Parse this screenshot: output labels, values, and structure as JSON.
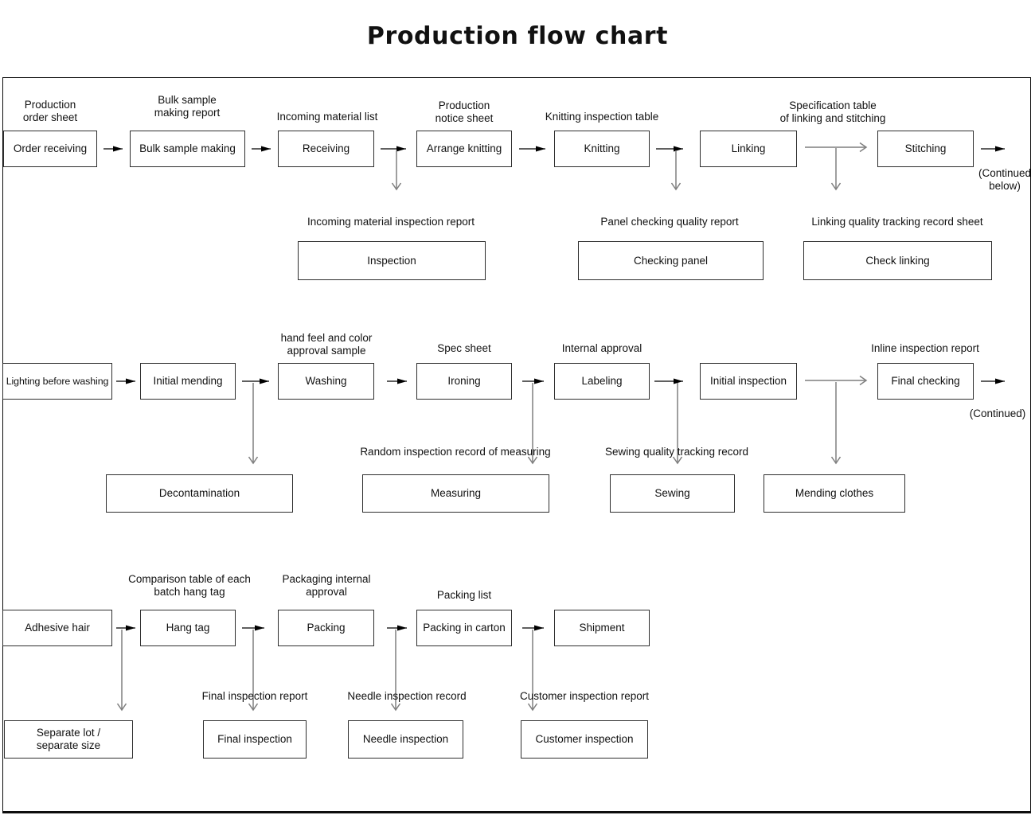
{
  "title": "Production flow chart",
  "row1": {
    "order_receiving": {
      "label": "Production\norder sheet",
      "box": "Order receiving"
    },
    "bulk_sample_making": {
      "label": "Bulk sample\nmaking report",
      "box": "Bulk sample making"
    },
    "receiving": {
      "label": "Incoming material list",
      "box": "Receiving"
    },
    "arrange_knitting": {
      "label": "Production\nnotice sheet",
      "box": "Arrange knitting"
    },
    "knitting": {
      "label": "Knitting inspection table",
      "box": "Knitting"
    },
    "linking": {
      "box": "Linking"
    },
    "stitching": {
      "label": "Specification table\nof linking and stitching",
      "box": "Stitching"
    },
    "continued": "(Continued\nbelow)",
    "inspection": {
      "label": "Incoming material inspection report",
      "box": "Inspection"
    },
    "checking_panel": {
      "label": "Panel checking quality report",
      "box": "Checking panel"
    },
    "check_linking": {
      "label": "Linking quality tracking record sheet",
      "box": "Check linking"
    }
  },
  "row2": {
    "lighting_before_washing": {
      "box": "Lighting before washing"
    },
    "initial_mending": {
      "box": "Initial mending"
    },
    "washing": {
      "label": "hand feel and color\napproval sample",
      "box": "Washing"
    },
    "ironing": {
      "label": "Spec sheet",
      "box": "Ironing"
    },
    "labeling": {
      "label": "Internal approval",
      "box": "Labeling"
    },
    "initial_inspection": {
      "box": "Initial inspection"
    },
    "final_checking": {
      "label": "Inline inspection report",
      "box": "Final checking"
    },
    "continued": "(Continued)",
    "decontamination": {
      "box": "Decontamination"
    },
    "measuring": {
      "label": "Random inspection record of measuring",
      "box": "Measuring"
    },
    "sewing": {
      "label": "Sewing quality tracking record",
      "box": "Sewing"
    },
    "mending_clothes": {
      "box": "Mending clothes"
    }
  },
  "row3": {
    "adhesive_hair": {
      "box": "Adhesive hair"
    },
    "hang_tag": {
      "label": "Comparison table of each\nbatch hang tag",
      "box": "Hang tag"
    },
    "packing": {
      "label": "Packaging internal\napproval",
      "box": "Packing"
    },
    "packing_in_carton": {
      "label": "Packing list",
      "box": "Packing in carton"
    },
    "shipment": {
      "box": "Shipment"
    },
    "separate_lot": {
      "box": "Separate lot /\nseparate size"
    },
    "final_inspection": {
      "label": "Final inspection report",
      "box": "Final inspection"
    },
    "needle_inspection": {
      "label": "Needle inspection record",
      "box": "Needle inspection"
    },
    "customer_inspection": {
      "label": "Customer inspection report",
      "box": "Customer inspection"
    }
  },
  "colors": {
    "arrow_black": "#000000",
    "arrow_gray": "#7f7f7f",
    "box_border": "#2e2e2e"
  }
}
